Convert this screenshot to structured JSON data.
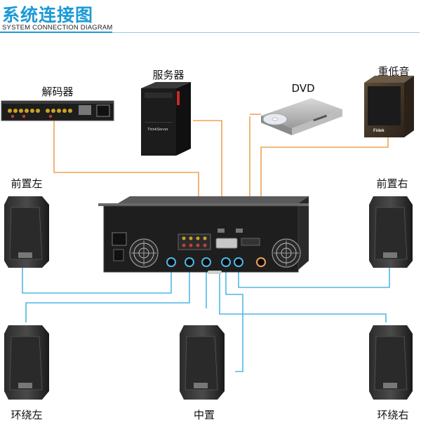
{
  "header": {
    "title": "系统连接图",
    "subtitle": "SYSTEM CONNECTION DIAGRAM"
  },
  "devices": {
    "decoder": "解码器",
    "server": "服务器",
    "dvd": "DVD",
    "subwoofer": "重低音",
    "front_left": "前置左",
    "front_right": "前置右",
    "surround_left": "环绕左",
    "center": "中置",
    "surround_right": "环绕右"
  },
  "product_marks": {
    "server_brand": "ThinkServer",
    "subwoofer_brand": "Fidek"
  },
  "colors": {
    "header_blue": "#1b9ad6",
    "audio_cable_orange": "#f0a257",
    "speaker_cable_blue": "#4fb7e6"
  }
}
